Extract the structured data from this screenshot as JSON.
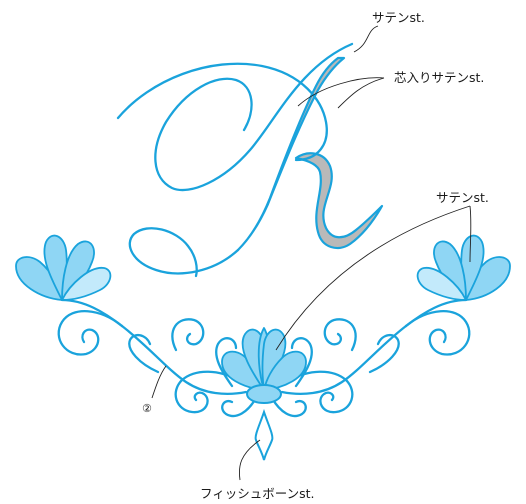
{
  "colors": {
    "stroke_blue": "#1aa3dc",
    "petal_fill": "#8fd6f4",
    "petal_fill_light": "#c3eafb",
    "satin_gray": "#b9b9b9",
    "leader": "#222222"
  },
  "labels": {
    "satin_top": "サテンst.",
    "core_satin": "芯入りサテンst.",
    "satin_right": "サテンst.",
    "fishbone": "フィッシュボーンst.",
    "circled_two": "②"
  }
}
